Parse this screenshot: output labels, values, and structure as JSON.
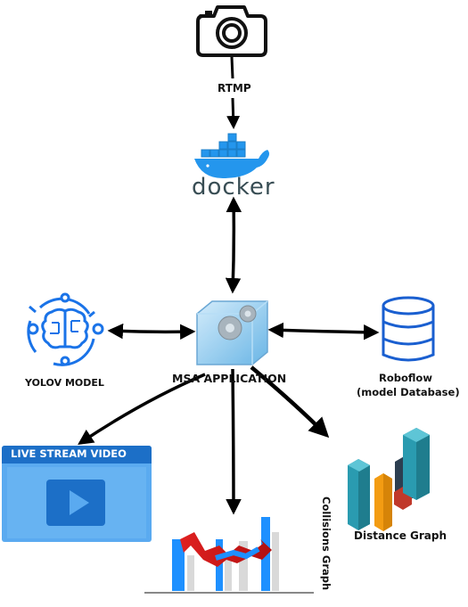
{
  "labels": {
    "rtmp": "RTMP",
    "docker": "docker",
    "yolo": "YOLOV MODEL",
    "msa": "MSA APPLICATION",
    "roboflow": "Roboflow",
    "roboflow_sub": "(model Database)",
    "live_stream": "LIVE STREAM VIDEO",
    "distance": "Distance Graph",
    "collisions": "Collisions Graph"
  },
  "colors": {
    "docker_blue": "#2496ed",
    "docker_text": "#384d54",
    "model_blue": "#1a73e8",
    "db_blue": "#1a5fd0",
    "video_blue": "#2f87dd",
    "video_dark": "#1c6fc7",
    "msa_box": "#7fc3ee",
    "bar_blue": "#1e90ff",
    "bar_gray": "#d9d9d9",
    "arrow_red": "#e02020",
    "teal": "#2a9bb0",
    "orange": "#f39c12",
    "navy": "#2c3e50",
    "crimson": "#c0392b"
  },
  "icons": [
    "camera-icon",
    "docker-whale-icon",
    "brain-model-icon",
    "gears-app-icon",
    "database-icon",
    "video-player-icon",
    "bar-chart-3d-icon",
    "bar-chart-trend-icon"
  ]
}
